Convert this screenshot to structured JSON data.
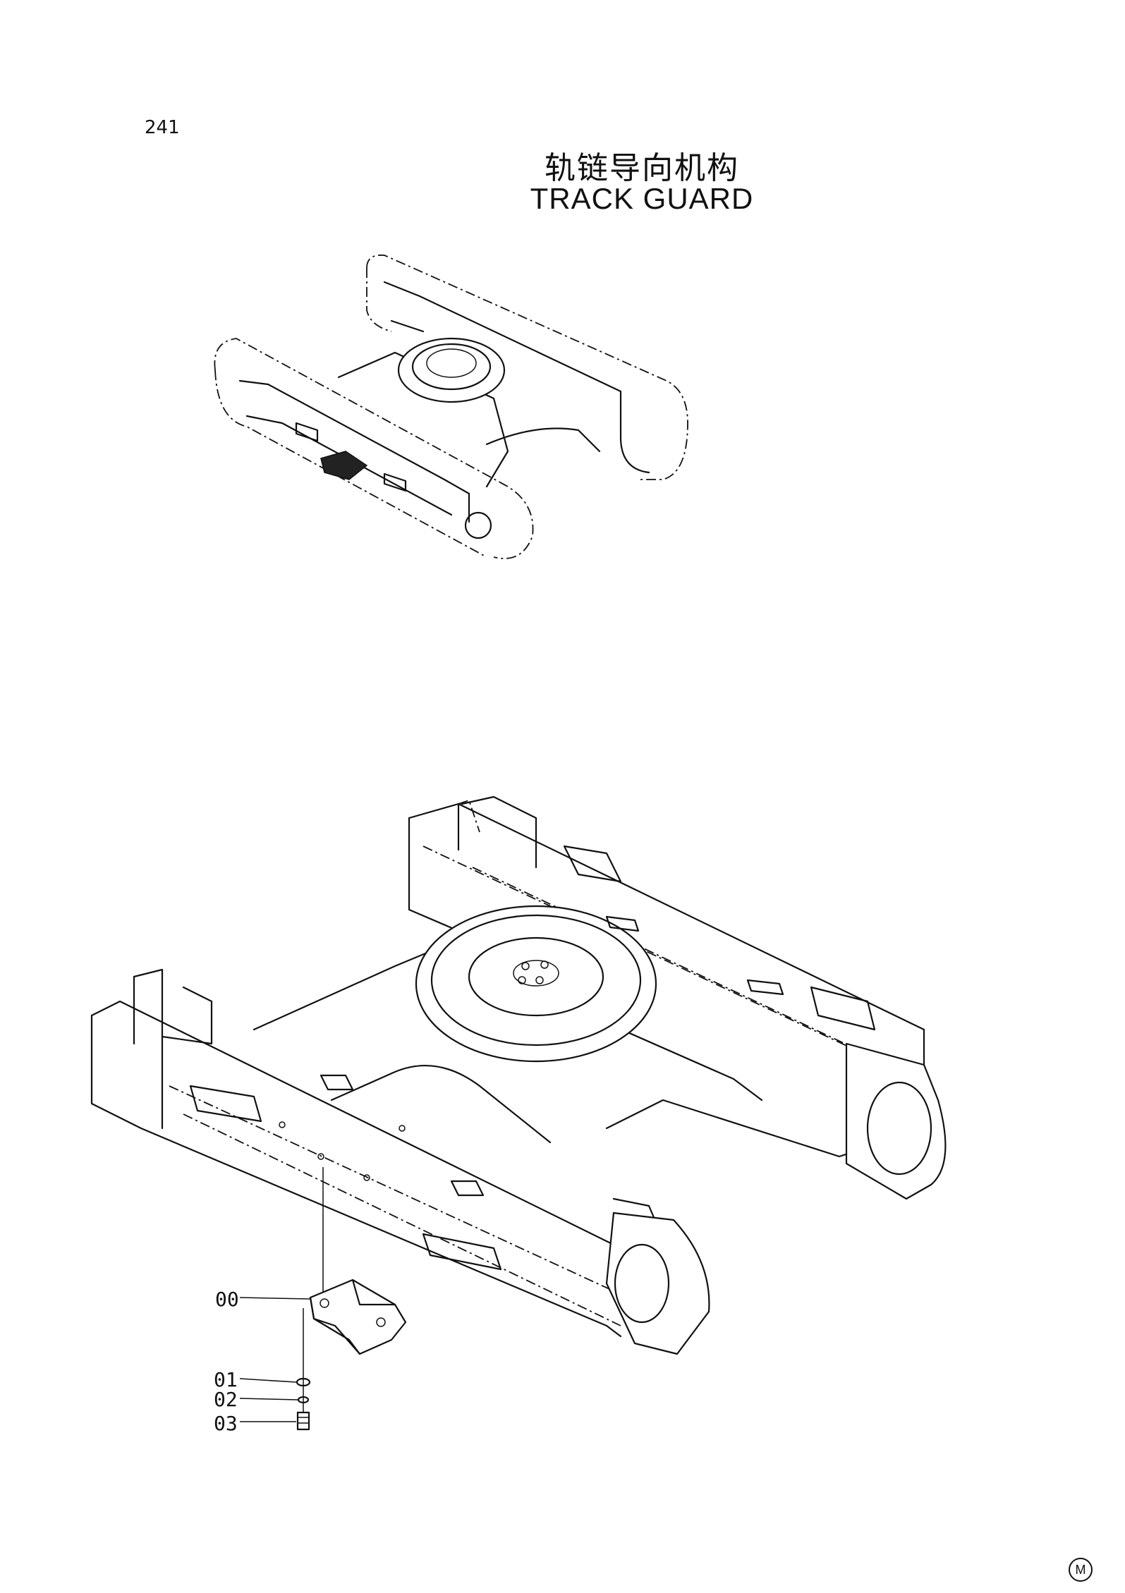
{
  "page": {
    "number": "241",
    "title_cn": "轨链导向机构",
    "title_en": "TRACK  GUARD",
    "mark": "M"
  },
  "callouts": [
    {
      "id": "00",
      "label": "00"
    },
    {
      "id": "01",
      "label": "01"
    },
    {
      "id": "02",
      "label": "02"
    },
    {
      "id": "03",
      "label": "03"
    }
  ]
}
